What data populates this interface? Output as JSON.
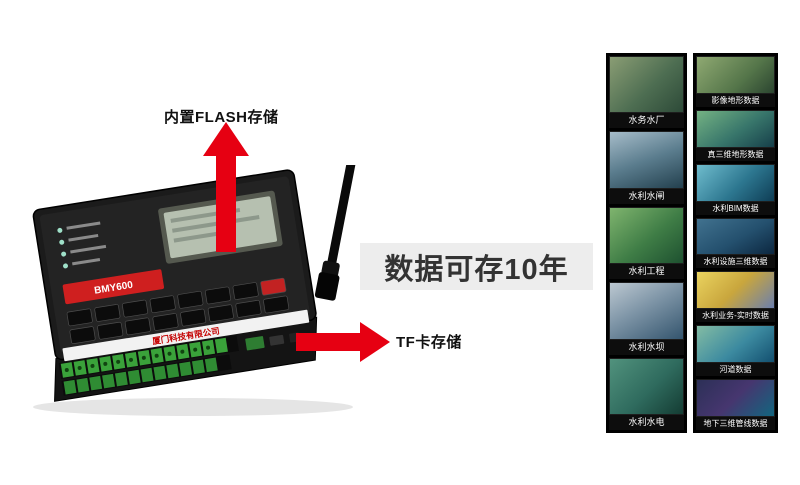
{
  "annotations": {
    "flash_label": "内置FLASH存储",
    "tf_label": "TF卡存储",
    "headline": "数据可存10年",
    "arrow_color": "#e60012"
  },
  "device": {
    "model": "BMY600",
    "company": "厦门科技有限公司"
  },
  "gallery": {
    "left": {
      "items": [
        {
          "label": "水务水厂"
        },
        {
          "label": "水利水闸"
        },
        {
          "label": "水利工程"
        },
        {
          "label": "水利水坝"
        },
        {
          "label": "水利水电"
        }
      ]
    },
    "right": {
      "items": [
        {
          "label": "影像地形数据"
        },
        {
          "label": "真三维地形数据"
        },
        {
          "label": "水利BIM数据"
        },
        {
          "label": "水利设施三维数据"
        },
        {
          "label": "水利业务-实时数据"
        },
        {
          "label": "河道数据"
        },
        {
          "label": "地下三维管线数据"
        }
      ]
    }
  }
}
